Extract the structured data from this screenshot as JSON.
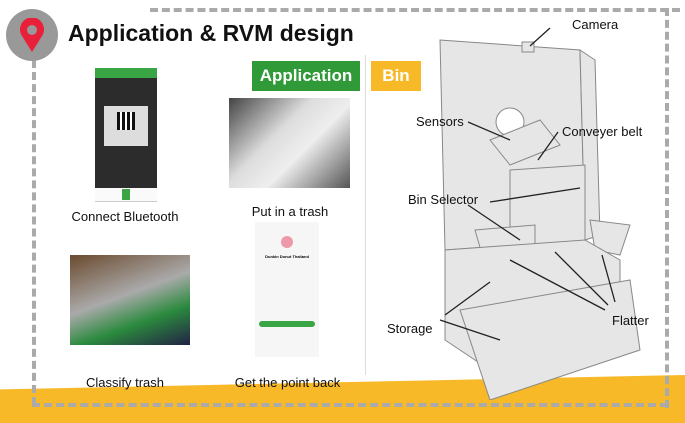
{
  "title": "Application & RVM design",
  "icons": {
    "header": "location-pin-icon"
  },
  "buttons": {
    "application": "Application",
    "bin": "Bin"
  },
  "colors": {
    "application": "#2f9a37",
    "bin": "#f7b928",
    "pin": "#e8203a"
  },
  "steps": [
    {
      "caption": "Connect Bluetooth"
    },
    {
      "caption": "Put in a trash"
    },
    {
      "caption": "Classify trash"
    },
    {
      "caption": "Get the point back",
      "merchant": "Dunkin Donut Thailand"
    }
  ],
  "bin_labels": {
    "camera": "Camera",
    "sensors": "Sensors",
    "conveyer": "Conveyer belt",
    "selector": "Bin Selector",
    "storage": "Storage",
    "flatter": "Flatter"
  }
}
